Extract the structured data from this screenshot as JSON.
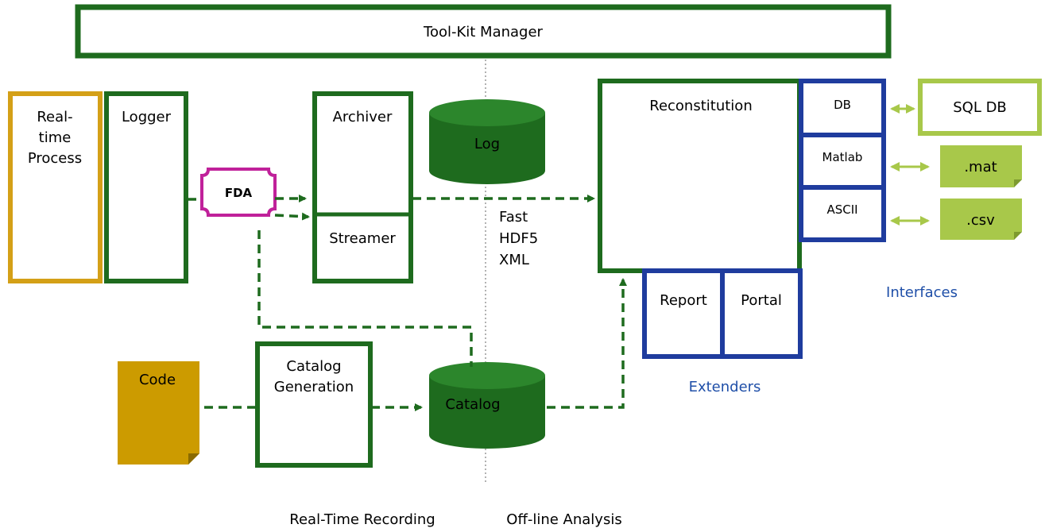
{
  "title": "Tool-Kit Manager",
  "blocks": {
    "realtime_process": [
      "Real-",
      "time",
      "Process"
    ],
    "logger": "Logger",
    "fda": "FDA",
    "archiver": "Archiver",
    "streamer": "Streamer",
    "log": "Log",
    "formats": [
      "Fast",
      "HDF5",
      "XML"
    ],
    "reconstitution": "Reconstitution",
    "db": "DB",
    "matlab": "Matlab",
    "ascii": "ASCII",
    "sql_db": "SQL DB",
    "mat": ".mat",
    "csv": ".csv",
    "interfaces": "Interfaces",
    "report": "Report",
    "portal": "Portal",
    "extenders": "Extenders",
    "code": "Code",
    "catalog_generation": [
      "Catalog",
      "Generation"
    ],
    "catalog": "Catalog"
  },
  "footer": {
    "left": "Real-Time Recording",
    "right": "Off-line Analysis"
  },
  "colors": {
    "green_dark": "#1e6b1e",
    "gold": "#d4a017",
    "blue": "#1f3c9e",
    "lime": "#a8c84a",
    "magenta": "#c0219a",
    "code_gold": "#cc9b00"
  }
}
